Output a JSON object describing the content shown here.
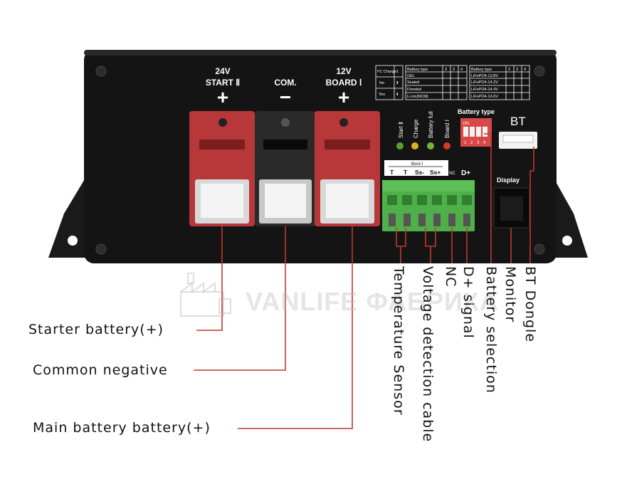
{
  "device": {
    "terminals": [
      {
        "voltage": "24V",
        "name": "START Ⅱ",
        "sign": "+"
      },
      {
        "voltage": "",
        "name": "COM.",
        "sign": "−"
      },
      {
        "voltage": "12V",
        "name": "BOARD Ⅰ",
        "sign": "+"
      }
    ],
    "leds": [
      "Start Ⅱ",
      "Charge",
      "Battery full",
      "Board Ⅰ"
    ],
    "led_colors": [
      "#5aa02c",
      "#d9b21f",
      "#6fb53a",
      "#d43a2a"
    ],
    "battery_type_label": "Battery type",
    "dip_on": "ON",
    "dip_numbers": [
      "1",
      "2",
      "3",
      "4"
    ],
    "bt_label": "BT",
    "display_label": "Display",
    "terminal_block_title": "Bord Ⅰ",
    "terminal_pins": [
      "T",
      "T",
      "Ss-",
      "Ss+",
      "NC",
      "D+"
    ],
    "table_left": {
      "rows": [
        [
          "I²C Charge",
          "1"
        ],
        [
          "No",
          "⬆"
        ],
        [
          "Yes",
          "⬇"
        ]
      ]
    },
    "table_mid": {
      "header": [
        "Battery type",
        "2",
        "3",
        "4"
      ],
      "rows": [
        "GEL",
        "Sealed",
        "Flooded",
        "Li-ion(NCM)"
      ]
    },
    "table_right": {
      "header": [
        "Battery type",
        "2",
        "3",
        "4"
      ],
      "rows": [
        "LiFePO4-13.8V",
        "LiFePO4-14.2V",
        "LiFePO4-14.4V",
        "LiFePO4-14.6V"
      ]
    }
  },
  "annotations": {
    "starter": "Starter battery(+)",
    "common": "Common negative",
    "main": "Main battery battery(+)",
    "temp": "Temperature Sensor",
    "voltage": "Voltage detection cable",
    "nc": "NC",
    "dplus": "D+ signal",
    "battery_sel": "Battery selection",
    "monitor": "Monitor",
    "bt": "BT Dongle"
  },
  "watermark": "VANLIFE ФАБРИКА",
  "colors": {
    "callout_line": "#c0392b",
    "red_terminal": "#b8383a",
    "green_block": "#4fb04a",
    "housing": "#141414"
  }
}
